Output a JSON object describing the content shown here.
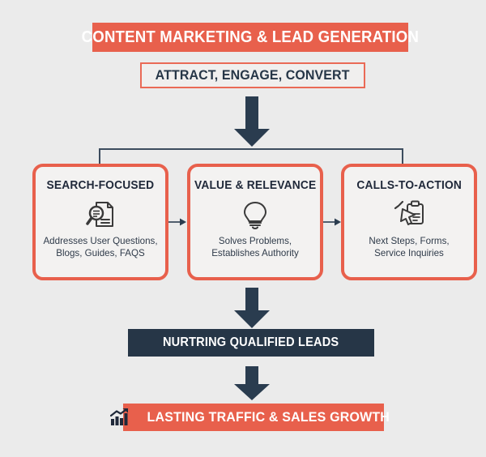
{
  "header": {
    "title": "CONTENT MARKETING & LEAD GENERATION",
    "subtitle": "ATTRACT, ENGAGE, CONVERT"
  },
  "pillars": [
    {
      "title": "SEARCH-FOCUSED",
      "icon": "document-magnifier-icon",
      "description": "Addresses User Questions,\nBlogs, Guides, FAQS"
    },
    {
      "title": "VALUE & RELEVANCE",
      "icon": "lightbulb-icon",
      "description": "Solves Problems,\nEstablishes Authority"
    },
    {
      "title": "CALLS-TO-ACTION",
      "icon": "clipboard-cursor-icon",
      "description": "Next Steps, Forms,\nService Inquiries"
    }
  ],
  "stages": {
    "nurture": "NURTRING QUALIFIED LEADS",
    "outcome": "LASTING TRAFFIC & SALES GROWTH",
    "outcome_icon": "growth-chart-icon"
  },
  "colors": {
    "accent_orange": "#e8604c",
    "navy": "#263647",
    "background": "#ebebeb",
    "card_fill": "#f3f2f1"
  }
}
